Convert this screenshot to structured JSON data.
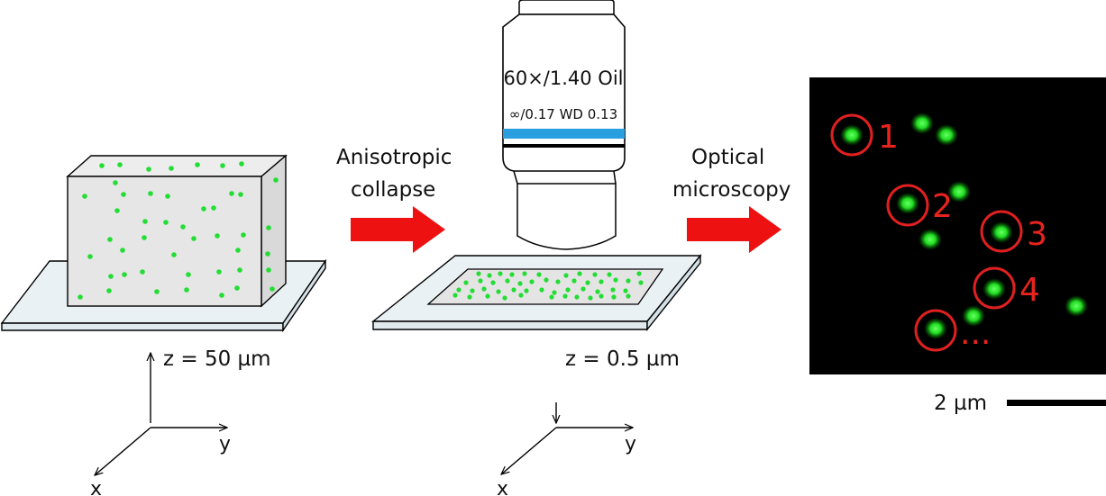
{
  "colors": {
    "dot_green": "#22dd33",
    "arrow_red": "#ee1111",
    "circle_red": "#e02020",
    "objective_band_blue": "#2a9fe0",
    "image_background": "#000000"
  },
  "left_block": {
    "z_label": "z = 50 µm"
  },
  "middle": {
    "arrow_label_line1": "Anisotropic",
    "arrow_label_line2": "collapse",
    "z_label": "z = 0.5 µm",
    "objective_line1": "60×/1.40 Oil",
    "objective_line2": "∞/0.17  WD 0.13"
  },
  "right": {
    "arrow_label_line1": "Optical",
    "arrow_label_line2": "microscopy",
    "markers": [
      "1",
      "2",
      "3",
      "4",
      "..."
    ],
    "scale_bar_label": "2 µm"
  },
  "axes": {
    "x_label": "x",
    "y_label": "y"
  }
}
